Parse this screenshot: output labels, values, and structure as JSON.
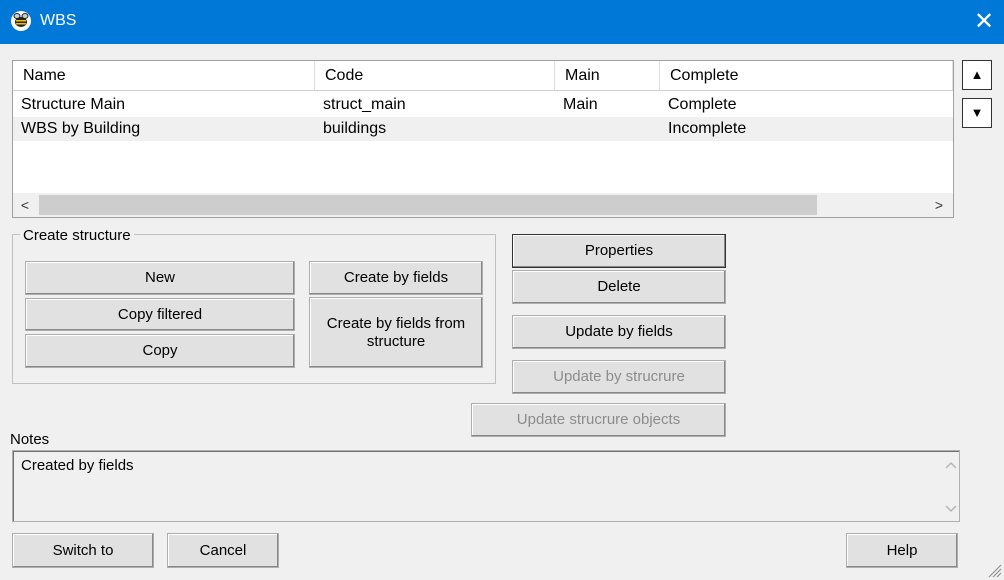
{
  "window": {
    "title": "WBS",
    "close_glyph": "✕",
    "icon": "bee-icon",
    "accent": "#0078d7"
  },
  "list": {
    "columns": [
      "Name",
      "Code",
      "Main",
      "Complete"
    ],
    "rows": [
      [
        "Structure Main",
        "struct_main",
        "Main",
        "Complete"
      ],
      [
        "WBS by Building",
        "buildings",
        "",
        "Incomplete"
      ]
    ],
    "scroll_left": "<",
    "scroll_right": ">"
  },
  "side": {
    "up": "▲",
    "down": "▼"
  },
  "create_group": {
    "title": "Create structure",
    "new_label": "New",
    "copy_filtered_label": "Copy filtered",
    "copy_label": "Copy",
    "create_by_fields_label": "Create by fields",
    "create_by_fields_from_structure_label": "Create by fields from structure"
  },
  "actions": {
    "properties_label": "Properties",
    "delete_label": "Delete",
    "update_by_fields_label": "Update by fields",
    "update_by_structure_label": "Update by strucrure",
    "update_structure_objects_label": "Update strucrure objects"
  },
  "notes": {
    "label": "Notes",
    "value": "Created by fields"
  },
  "footer": {
    "switch_label": "Switch to",
    "cancel_label": "Cancel",
    "help_label": "Help"
  }
}
